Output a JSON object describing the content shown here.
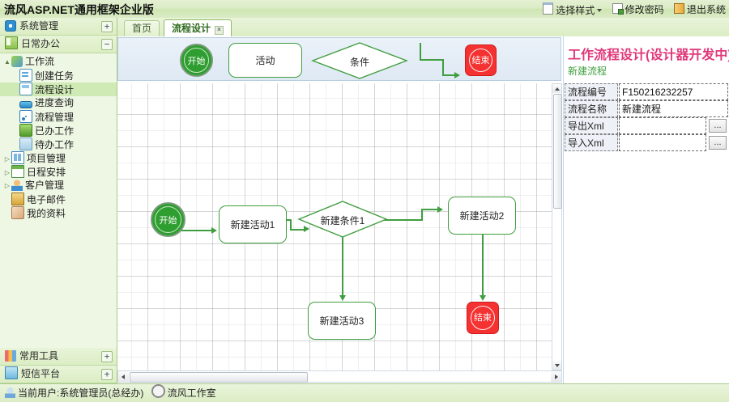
{
  "app": {
    "brand": "流风ASP.NET通用框架企业版"
  },
  "topbar": {
    "items": [
      {
        "label": "选择样式",
        "icon": "style-icon",
        "caret": true
      },
      {
        "label": "修改密码",
        "icon": "password-icon",
        "caret": false
      },
      {
        "label": "退出系统",
        "icon": "exit-icon",
        "caret": false
      }
    ]
  },
  "sidebar": {
    "panels": [
      {
        "title": "系统管理",
        "icon": "gear-icon",
        "toggle": "+"
      },
      {
        "title": "日常办公",
        "icon": "office-icon",
        "toggle": "−"
      }
    ],
    "tree": [
      {
        "label": "工作流",
        "icon": "puzzle-icon",
        "indent": 0,
        "twisty": "▲",
        "selected": false
      },
      {
        "label": "创建任务",
        "icon": "task-icon",
        "indent": 1,
        "twisty": "",
        "selected": false
      },
      {
        "label": "流程设计",
        "icon": "flow-icon",
        "indent": 1,
        "twisty": "",
        "selected": true
      },
      {
        "label": "进度查询",
        "icon": "bar-icon",
        "indent": 1,
        "twisty": "",
        "selected": false
      },
      {
        "label": "流程管理",
        "icon": "rss-icon",
        "indent": 1,
        "twisty": "",
        "selected": false
      },
      {
        "label": "已办工作",
        "icon": "done-icon",
        "indent": 1,
        "twisty": "",
        "selected": false
      },
      {
        "label": "待办工作",
        "icon": "todo-icon",
        "indent": 1,
        "twisty": "",
        "selected": false
      },
      {
        "label": "项目管理",
        "icon": "project-icon",
        "indent": 0,
        "twisty": "▷",
        "selected": false
      },
      {
        "label": "日程安排",
        "icon": "calendar-icon",
        "indent": 0,
        "twisty": "▷",
        "selected": false
      },
      {
        "label": "客户管理",
        "icon": "user-icon",
        "indent": 0,
        "twisty": "▷",
        "selected": false
      },
      {
        "label": "电子邮件",
        "icon": "mail-icon",
        "indent": 0,
        "twisty": "",
        "selected": false
      },
      {
        "label": "我的资料",
        "icon": "profile-icon",
        "indent": 0,
        "twisty": "",
        "selected": false
      }
    ],
    "bottom_panels": [
      {
        "title": "常用工具",
        "icon": "tools-icon",
        "toggle": "+"
      },
      {
        "title": "短信平台",
        "icon": "sms-icon",
        "toggle": "+"
      }
    ]
  },
  "tabs": [
    {
      "label": "首页",
      "active": false,
      "closable": false
    },
    {
      "label": "流程设计",
      "active": true,
      "closable": true,
      "close": "×"
    }
  ],
  "palette": {
    "items": [
      {
        "label": "开始",
        "shape": "start-circle",
        "name": "palette-start"
      },
      {
        "label": "活动",
        "shape": "activity-rect",
        "name": "palette-activity"
      },
      {
        "label": "条件",
        "shape": "condition-diamond",
        "name": "palette-condition"
      },
      {
        "label": "",
        "shape": "connector-arrow",
        "name": "palette-connector"
      },
      {
        "label": "结束",
        "shape": "end-square",
        "name": "palette-end"
      }
    ]
  },
  "canvas": {
    "nodes": [
      {
        "id": "start",
        "label": "开始",
        "type": "start"
      },
      {
        "id": "a1",
        "label": "新建活动1",
        "type": "activity"
      },
      {
        "id": "c1",
        "label": "新建条件1",
        "type": "condition"
      },
      {
        "id": "a2",
        "label": "新建活动2",
        "type": "activity"
      },
      {
        "id": "a3",
        "label": "新建活动3",
        "type": "activity"
      },
      {
        "id": "end",
        "label": "结束",
        "type": "end"
      }
    ]
  },
  "right_panel": {
    "title": "工作流程设计(设计器开发中)",
    "subtitle": "新建流程",
    "fields": [
      {
        "label": "流程编号",
        "value": "F150216232257",
        "browse": false
      },
      {
        "label": "流程名称",
        "value": "新建流程",
        "browse": false
      },
      {
        "label": "导出Xml",
        "value": "",
        "browse": true,
        "browse_label": "..."
      },
      {
        "label": "导入Xml",
        "value": "",
        "browse": true,
        "browse_label": "..."
      }
    ]
  },
  "statusbar": {
    "user_text": "当前用户:系统管理员(总经办)",
    "studio_text": "流风工作室"
  },
  "colors": {
    "header_green": "#dcecc6",
    "accent_green": "#3f9e3f",
    "start_green": "#2f9e30",
    "end_red": "#f43232",
    "title_pink": "#e0387a",
    "palette_blue": "#e4ecf5"
  }
}
